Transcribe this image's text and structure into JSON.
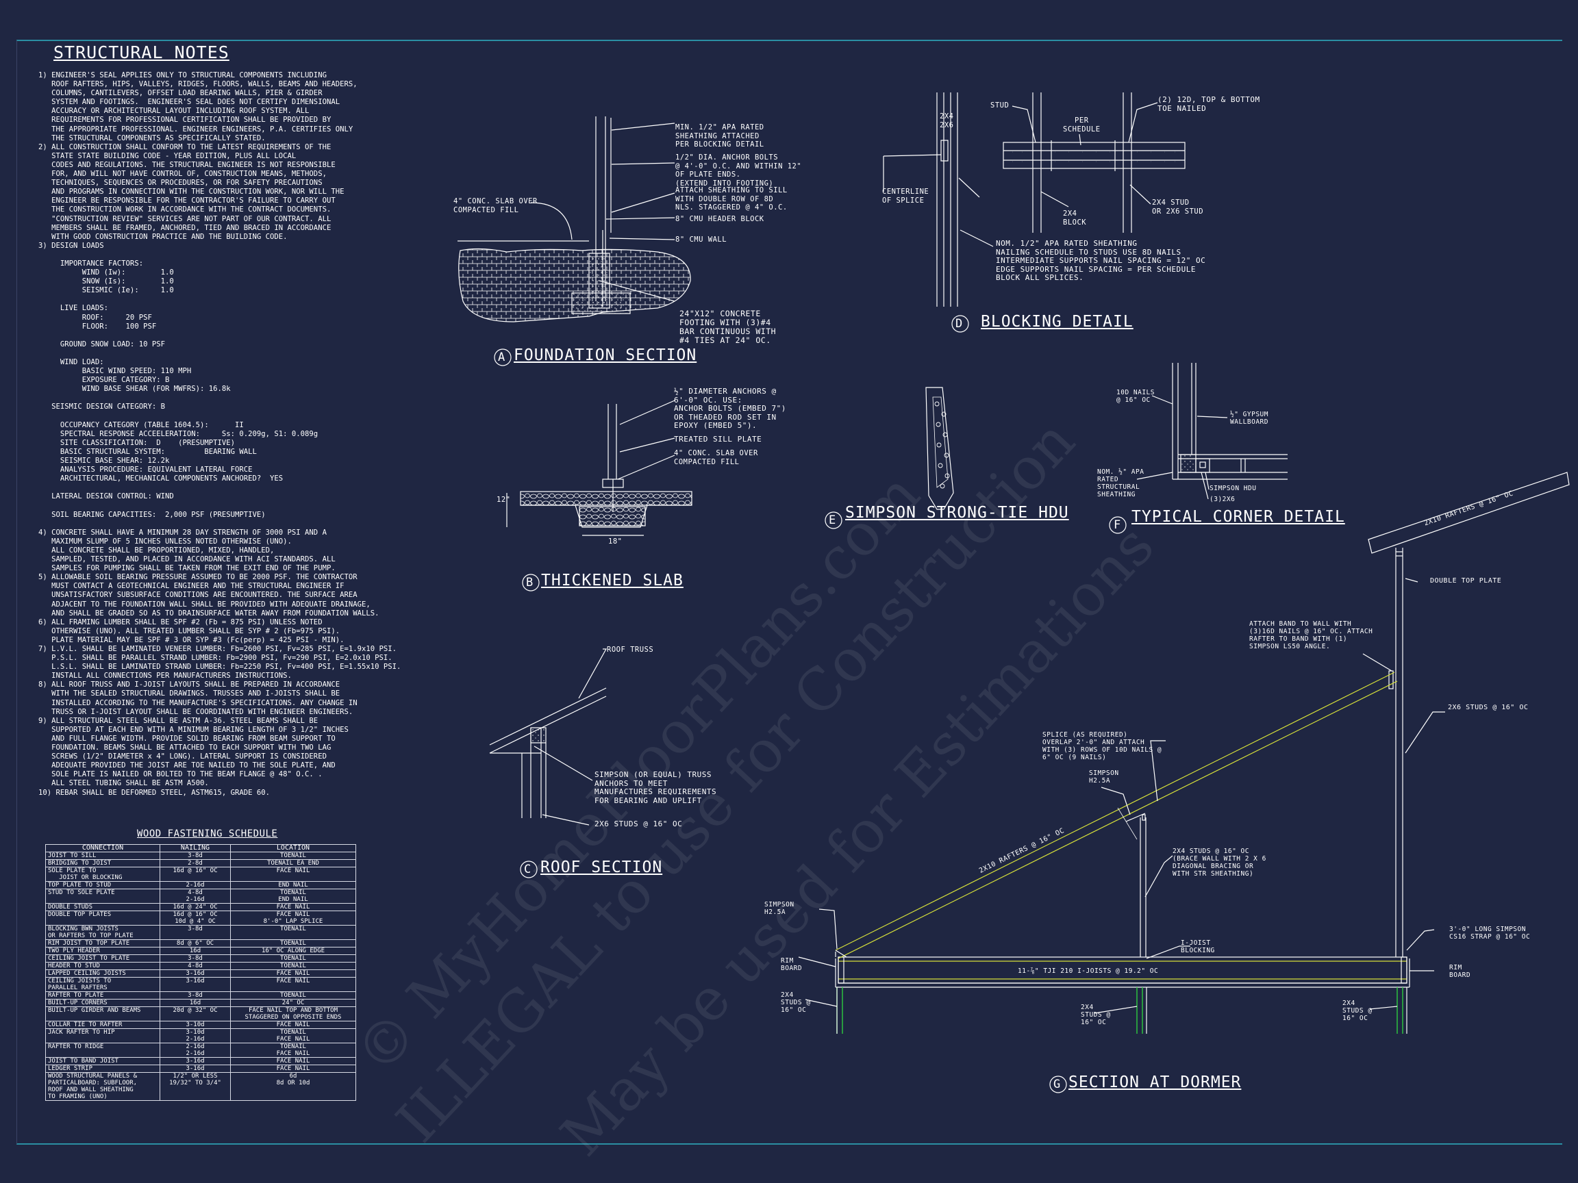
{
  "notes": {
    "title": "STRUCTURAL NOTES",
    "text": "1) ENGINEER'S SEAL APPLIES ONLY TO STRUCTURAL COMPONENTS INCLUDING\n   ROOF RAFTERS, HIPS, VALLEYS, RIDGES, FLOORS, WALLS, BEAMS AND HEADERS,\n   COLUMNS, CANTILEVERS, OFFSET LOAD BEARING WALLS, PIER & GIRDER\n   SYSTEM AND FOOTINGS.  ENGINEER'S SEAL DOES NOT CERTIFY DIMENSIONAL\n   ACCURACY OR ARCHITECTURAL LAYOUT INCLUDING ROOF SYSTEM. ALL\n   REQUIREMENTS FOR PROFESSIONAL CERTIFICATION SHALL BE PROVIDED BY\n   THE APPROPRIATE PROFESSIONAL. ENGINEER ENGINEERS, P.A. CERTIFIES ONLY\n   THE STRUCTURAL COMPONENTS AS SPECIFICALLY STATED.\n2) ALL CONSTRUCTION SHALL CONFORM TO THE LATEST REQUIREMENTS OF THE\n   STATE STATE BUILDING CODE - YEAR EDITION, PLUS ALL LOCAL\n   CODES AND REGULATIONS. THE STRUCTURAL ENGINEER IS NOT RESPONSIBLE\n   FOR, AND WILL NOT HAVE CONTROL OF, CONSTRUCTION MEANS, METHODS,\n   TECHNIQUES, SEQUENCES OR PROCEDURES, OR FOR SAFETY PRECAUTIONS\n   AND PROGRAMS IN CONNECTION WITH THE CONSTRUCTION WORK, NOR WILL THE\n   ENGINEER BE RESPONSIBLE FOR THE CONTRACTOR'S FAILURE TO CARRY OUT\n   THE CONSTRUCTION WORK IN ACCORDANCE WITH THE CONTRACT DOCUMENTS.\n   \"CONSTRUCTION REVIEW\" SERVICES ARE NOT PART OF OUR CONTRACT. ALL\n   MEMBERS SHALL BE FRAMED, ANCHORED, TIED AND BRACED IN ACCORDANCE\n   WITH GOOD CONSTRUCTION PRACTICE AND THE BUILDING CODE.\n3) DESIGN LOADS\n\n     IMPORTANCE FACTORS:\n          WIND (Iw):        1.0\n          SNOW (Is):        1.0\n          SEISMIC (Ie):     1.0\n\n     LIVE LOADS:\n          ROOF:     20 PSF\n          FLOOR:    100 PSF\n\n     GROUND SNOW LOAD: 10 PSF\n\n     WIND LOAD:\n          BASIC WIND SPEED: 110 MPH\n          EXPOSURE CATEGORY: B\n          WIND BASE SHEAR (FOR MWFRS): 16.8k\n\n   SEISMIC DESIGN CATEGORY: B\n\n     OCCUPANCY CATEGORY (TABLE 1604.5):      II\n     SPECTRAL RESPONSE ACCEELERATION:     Ss: 0.209g, S1: 0.089g\n     SITE CLASSIFICATION:  D    (PRESUMPTIVE)\n     BASIC STRUCTURAL SYSTEM:         BEARING WALL\n     SEISMIC BASE SHEAR: 12.2k\n     ANALYSIS PROCEDURE: EQUIVALENT LATERAL FORCE\n     ARCHITECTURAL, MECHANICAL COMPONENTS ANCHORED?  YES\n\n   LATERAL DESIGN CONTROL: WIND\n\n   SOIL BEARING CAPACITIES:  2,000 PSF (PRESUMPTIVE)\n\n4) CONCRETE SHALL HAVE A MINIMUM 28 DAY STRENGTH OF 3000 PSI AND A\n   MAXIMUM SLUMP OF 5 INCHES UNLESS NOTED OTHERWISE (UNO).\n   ALL CONCRETE SHALL BE PROPORTIONED, MIXED, HANDLED,\n   SAMPLED, TESTED, AND PLACED IN ACCORDANCE WITH ACI STANDARDS. ALL\n   SAMPLES FOR PUMPING SHALL BE TAKEN FROM THE EXIT END OF THE PUMP.\n5) ALLOWABLE SOIL BEARING PRESSURE ASSUMED TO BE 2000 PSF. THE CONTRACTOR\n   MUST CONTACT A GEOTECHNICAL ENGINEER AND THE STRUCTURAL ENGINEER IF\n   UNSATISFACTORY SUBSURFACE CONDITIONS ARE ENCOUNTERED. THE SURFACE AREA\n   ADJACENT TO THE FOUNDATION WALL SHALL BE PROVIDED WITH ADEQUATE DRAINAGE,\n   AND SHALL BE GRADED SO AS TO DRAINSURFACE WATER AWAY FROM FOUNDATION WALLS.\n6) ALL FRAMING LUMBER SHALL BE SPF #2 (Fb = 875 PSI) UNLESS NOTED\n   OTHERWISE (UNO). ALL TREATED LUMBER SHALL BE SYP # 2 (Fb=975 PSI).\n   PLATE MATERIAL MAY BE SPF # 3 OR SYP #3 (Fc(perp) = 425 PSI - MIN).\n7) L.V.L. SHALL BE LAMINATED VENEER LUMBER: Fb=2600 PSI, Fv=285 PSI, E=1.9x10 PSI.\n   P.S.L. SHALL BE PARALLEL STRAND LUMBER: Fb=2900 PSI, Fv=290 PSI, E=2.0x10 PSI.\n   L.S.L. SHALL BE LAMINATED STRAND LUMBER: Fb=2250 PSI, Fv=400 PSI, E=1.55x10 PSI.\n   INSTALL ALL CONNECTIONS PER MANUFACTURERS INSTRUCTIONS.\n8) ALL ROOF TRUSS AND I-JOIST LAYOUTS SHALL BE PREPARED IN ACCORDANCE\n   WITH THE SEALED STRUCTURAL DRAWINGS. TRUSSES AND I-JOISTS SHALL BE\n   INSTALLED ACCORDING TO THE MANUFACTURE'S SPECIFICATIONS. ANY CHANGE IN\n   TRUSS OR I-JOIST LAYOUT SHALL BE COORDINATED WITH ENGINEER ENGINEERS.\n9) ALL STRUCTURAL STEEL SHALL BE ASTM A-36. STEEL BEAMS SHALL BE\n   SUPPORTED AT EACH END WITH A MINIMUM BEARING LENGTH OF 3 1/2\" INCHES\n   AND FULL FLANGE WIDTH. PROVIDE SOLID BEARING FROM BEAM SUPPORT TO\n   FOUNDATION. BEAMS SHALL BE ATTACHED TO EACH SUPPORT WITH TWO LAG\n   SCREWS (1/2\" DIAMETER x 4\" LONG). LATERAL SUPPORT IS CONSIDERED\n   ADEQUATE PROVIDED THE JOIST ARE TOE NAILED TO THE SOLE PLATE, AND\n   SOLE PLATE IS NAILED OR BOLTED TO THE BEAM FLANGE @ 48\" O.C. .\n   ALL STEEL TUBING SHALL BE ASTM A500.\n10) REBAR SHALL BE DEFORMED STEEL, ASTM615, GRADE 60."
  },
  "schedule": {
    "title": "WOOD FASTENING SCHEDULE",
    "headers": [
      "CONNECTION",
      "NAILING",
      "LOCATION"
    ],
    "rows": [
      [
        "JOIST TO SILL",
        "3-8d",
        "TOENAIL"
      ],
      [
        "BRIDGING TO JOIST",
        "2-8d",
        "TOENAIL EA END"
      ],
      [
        "SOLE PLATE TO\n   JOIST OR BLOCKING",
        "16d @ 16\" OC",
        "FACE NAIL"
      ],
      [
        "TOP PLATE TO STUD",
        "2-16d",
        "END NAIL"
      ],
      [
        "STUD TO SOLE PLATE",
        "4-8d\n2-16d",
        "TOENAIL\nEND NAIL"
      ],
      [
        "DOUBLE STUDS",
        "16d @ 24\" OC",
        "FACE NAIL"
      ],
      [
        "DOUBLE TOP PLATES",
        "16d @ 16\" OC\n10d @ 4\" OC",
        "FACE NAIL\n8'-0\" LAP SPLICE"
      ],
      [
        "BLOCKING BWN JOISTS\nOR RAFTERS TO TOP PLATE",
        "3-8d",
        "TOENAIL"
      ],
      [
        "RIM JOIST TO TOP PLATE",
        "8d @ 6\" OC",
        "TOENAIL"
      ],
      [
        "TWO PLY HEADER",
        "16d",
        "16\" OC ALONG EDGE"
      ],
      [
        "CEILING JOIST TO PLATE",
        "3-8d",
        "TOENAIL"
      ],
      [
        "HEADER TO STUD",
        "4-8d",
        "TOENAIL"
      ],
      [
        "LAPPED CEILING JOISTS\n",
        "3-16d",
        "FACE NAIL"
      ],
      [
        "CEILING JOISTS TO\nPARALLEL RAFTERS",
        "3-16d",
        "FACE NAIL"
      ],
      [
        "RAFTER TO PLATE",
        "3-8d",
        "TOENAIL"
      ],
      [
        "BUILT-UP CORNERS",
        "16d",
        "24\" OC"
      ],
      [
        "BUILT-UP GIRDER AND BEAMS",
        "20d @ 32\" OC",
        "FACE NAIL TOP AND BOTTOM\nSTAGGERED ON OPPOSITE ENDS"
      ],
      [
        "COLLAR TIE TO RAFTER",
        "3-10d",
        "FACE NAIL"
      ],
      [
        "JACK RAFTER TO HIP",
        "3-10d\n2-16d",
        "TOENAIL\nFACE NAIL"
      ],
      [
        "RAFTER TO RIDGE",
        "2-16d\n2-16d",
        "TOENAIL\nFACE NAIL"
      ],
      [
        "JOIST TO BAND JOIST",
        "3-16d",
        "FACE NAIL"
      ],
      [
        "LEDGER STRIP",
        "3-16d",
        "FACE NAIL"
      ],
      [
        "WOOD STRUCTURAL PANELS &\nPARTICALBOARD: SUBFLOOR,\nROOF AND WALL SHEATHING\nTO FRAMING (UNO)",
        "1/2\" OR LESS\n19/32\" TO 3/4\"",
        "6d\n8d OR 10d"
      ]
    ]
  },
  "details": {
    "A": {
      "letter": "A",
      "title": "FOUNDATION SECTION",
      "labels": [
        "MIN. 1/2\" APA RATED\nSHEATHING ATTACHED\nPER BLOCKING DETAIL",
        "1/2\" DIA. ANCHOR BOLTS\n@ 4'-0\" O.C. AND WITHIN 12\"\nOF PLATE ENDS.\n(EXTEND INTO FOOTING)",
        "ATTACH SHEATHING TO SILL\nWITH DOUBLE ROW OF 8d\nNLS. STAGGERED @ 4\" O.C.",
        "8\" CMU HEADER BLOCK",
        "8\" CMU WALL",
        "4\" CONC. SLAB OVER\nCOMPACTED FILL",
        "24\"x12\" CONCRETE\nFOOTING WITH (3)#4\nBAR CONTINUOUS WITH\n#4 TIES AT 24\" OC."
      ]
    },
    "B": {
      "letter": "B",
      "title": "THICKENED SLAB",
      "labels": [
        "½\" DIAMETER ANCHORS @\n6'-0\" OC. USE:\nANCHOR BOLTS (EMBED 7\")\nOR THEADED ROD SET IN\nEPOXY (EMBED 5\").",
        "TREATED SILL PLATE",
        "4\" CONC. SLAB OVER\nCOMPACTED FILL",
        "18\"",
        "12\""
      ]
    },
    "C": {
      "letter": "C",
      "title": "ROOF SECTION",
      "labels": [
        "ROOF TRUSS",
        "SIMPSON (OR EQUAL) TRUSS\nANCHORS TO MEET\nMANUFACTURES REQUIREMENTS\nFOR BEARING AND UPLIFT",
        "2x6 STUDS @ 16\" OC"
      ]
    },
    "D": {
      "letter": "D",
      "title": "BLOCKING DETAIL",
      "labels": [
        "2x4\n2x6",
        "STUD",
        "PER\nSCHEDULE",
        "(2) 12d, TOP & BOTTOM\nTOE NAILED",
        "CENTERLINE\nOF SPLICE",
        "2x4\nBLOCK",
        "2x4 STUD\nOR 2x6 STUD",
        "NOM. 1/2\" APA RATED SHEATHING\nNAILING SCHEDULE TO STUDS USE 8d NAILS\nINTERMEDIATE SUPPORTS NAIL SPACING = 12\" OC\nEDGE SUPPORTS NAIL SPACING = PER SCHEDULE\nBLOCK ALL SPLICES."
      ]
    },
    "E": {
      "letter": "E",
      "title": "SIMPSON STRONG-TIE HDU"
    },
    "F": {
      "letter": "F",
      "title": "TYPICAL CORNER DETAIL",
      "labels": [
        "10d NAILS\n@ 16\" OC",
        "½\" GYPSUM\nWALLBOARD",
        "NOM. ½\" APA\nRATED\nSTRUCTURAL\nSHEATHING",
        "SIMPSON HDU",
        "(3)2x6"
      ]
    },
    "G": {
      "letter": "G",
      "title": "SECTION AT DORMER",
      "labels": [
        "2x10 RAFTERS @ 16\" OC",
        "DOUBLE TOP PLATE",
        "ATTACH BAND TO WALL WITH\n(3)16d NAILS @ 16\" OC. ATTACH\nRAFTER TO BAND WITH (1)\nSIMPSON LS50 ANGLE.",
        "2x6 STUDS @ 16\" OC",
        "SPLICE (AS REQUIRED)\nOVERLAP 2'-0\" AND ATTACH\nWITH (3) ROWS OF 10d NAILS @\n6\" OC (9 NAILS)",
        "SIMPSON\nH2.5A",
        "2x10 RAFTERS @ 16\" OC",
        "2x4 STUDS @ 16\" OC\n(BRACE WALL WITH 2 X 6\nDIAGONAL BRACING OR\nWITH STR SHEATHING)",
        "SIMPSON\nH2.5A",
        "I-JOIST\nBLOCKING",
        "3'-0\" LONG SIMPSON\nCS16 STRAP @ 16\" OC",
        "RIM\nBOARD",
        "RIM\nBOARD",
        "11-⅞\" TJI 210 I-JOISTS @ 19.2\" OC",
        "2x4\nSTUDS @\n16\" OC",
        "2x4\nSTUDS @\n16\" OC",
        "2x4\nSTUDS @\n16\" OC"
      ]
    }
  },
  "watermark": [
    "© MyHomeFloorPlans.com",
    "ILLEGAL to use for Construction",
    "May be used for Estimations"
  ],
  "colors": {
    "background": "#1f2642",
    "lines": "#ffffff",
    "frame": "#2b8fa3",
    "rafter": "#d6e03a",
    "studs": "#2ecc40"
  }
}
